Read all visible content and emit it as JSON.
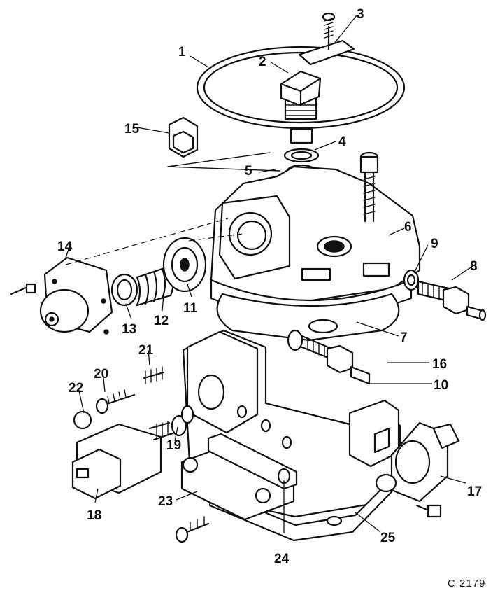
{
  "diagram": {
    "code": "C 2179",
    "callouts": [
      "1",
      "2",
      "3",
      "4",
      "5",
      "6",
      "7",
      "8",
      "9",
      "10",
      "11",
      "12",
      "13",
      "14",
      "15",
      "16",
      "17",
      "18",
      "19",
      "20",
      "21",
      "22",
      "23",
      "24",
      "25"
    ]
  }
}
